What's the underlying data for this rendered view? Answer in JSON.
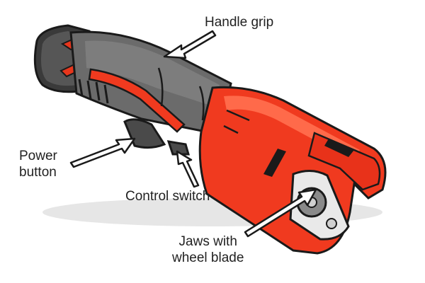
{
  "labels": {
    "handle_grip": "Handle grip",
    "power_button": [
      "Power",
      "button"
    ],
    "control_switch": "Control switch",
    "jaws": [
      "Jaws with",
      "wheel blade"
    ]
  },
  "colors": {
    "body_red": "#f03a1f",
    "body_red_dark": "#b82610",
    "grip_grey": "#6b6b6b",
    "grip_grey_dark": "#3e3e3e",
    "outline": "#1a1a1a",
    "arrow_fill": "#ffffff"
  }
}
